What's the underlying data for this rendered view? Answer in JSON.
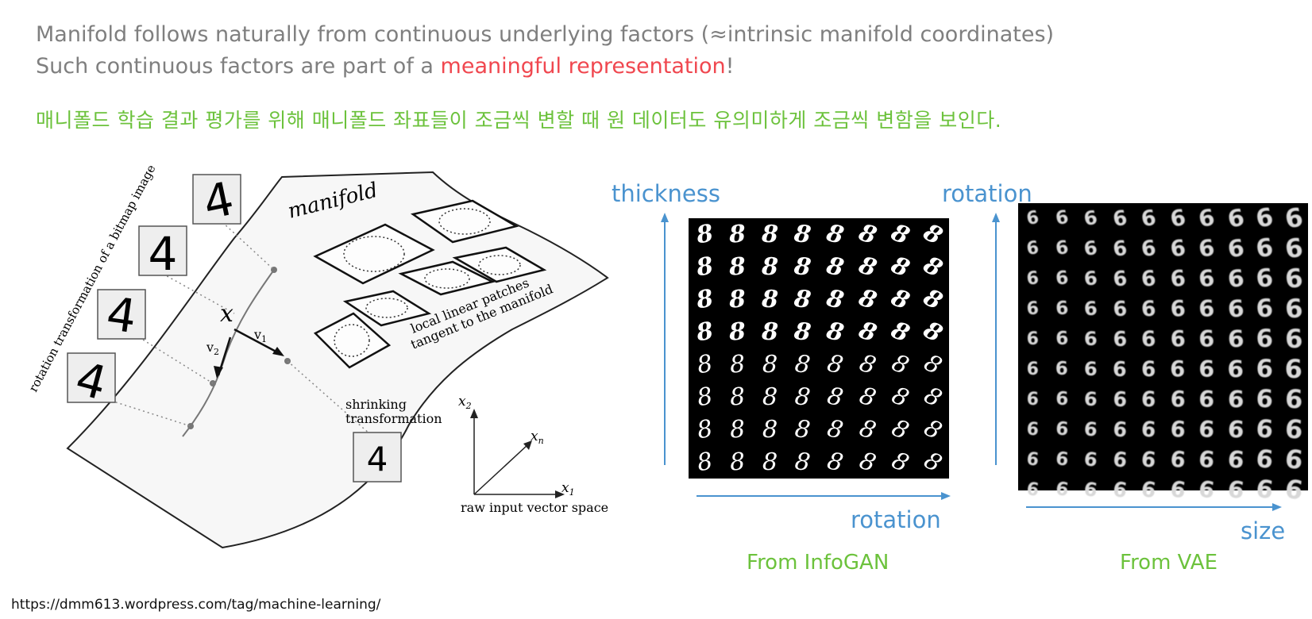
{
  "header": {
    "line1": "Manifold follows naturally from continuous underlying factors (≈intrinsic manifold coordinates)",
    "line2_prefix": "Such continuous factors are part of a ",
    "line2_highlight": "meaningful representation",
    "line2_suffix": "!",
    "korean_note": "매니폴드 학습 결과 평가를 위해 매니폴드 좌표들이 조금씩 변할 때 원 데이터도 유의미하게 조금씩 변함을 보인다."
  },
  "manifold_figure": {
    "label_manifold": "manifold",
    "label_rotation_transform": "rotation transformation of a bitmap image",
    "label_patches_1": "local linear patches",
    "label_patches_2": "tangent to the manifold",
    "label_shrinking_1": "shrinking",
    "label_shrinking_2": "transformation",
    "label_x": "x",
    "label_v1": "v",
    "label_v1_sub": "1",
    "label_v2": "v",
    "label_v2_sub": "2",
    "digit": "4",
    "axes_x2": "x",
    "axes_x2_sub": "2",
    "axes_xn": "x",
    "axes_xn_sub": "n",
    "axes_x1": "x",
    "axes_x1_sub": "1",
    "axes_caption": "raw input vector space"
  },
  "infogan": {
    "y_label": "thickness",
    "x_label": "rotation",
    "caption": "From InfoGAN",
    "digit": "8",
    "rows": 8,
    "cols": 8
  },
  "vae": {
    "y_label": "rotation",
    "x_label": "size",
    "caption": "From VAE",
    "digit": "6",
    "rows": 10,
    "cols": 10
  },
  "footer": {
    "url": "https://dmm613.wordpress.com/tag/machine-learning/"
  },
  "colors": {
    "title_gray": "#7f7f7f",
    "highlight_red": "#f0474f",
    "korean_green": "#6cc23c",
    "axis_blue": "#4a93cf"
  }
}
